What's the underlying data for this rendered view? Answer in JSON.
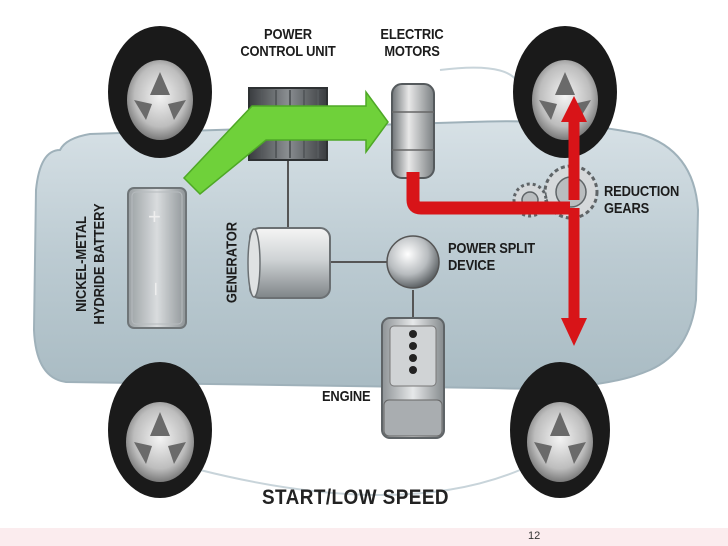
{
  "labels": {
    "power_control_unit": [
      "POWER",
      "CONTROL UNIT"
    ],
    "electric_motors": [
      "ELECTRIC",
      "MOTORS"
    ],
    "reduction_gears": [
      "REDUCTION",
      "GEARS"
    ],
    "power_split_device": [
      "POWER SPLIT",
      "DEVICE"
    ],
    "engine": "ENGINE",
    "generator": "GENERATOR",
    "battery": [
      "NICKEL-METAL",
      "HYDRIDE BATTERY"
    ],
    "battery_plus": "+",
    "battery_minus": "–"
  },
  "caption": "START/LOW SPEED",
  "page_number": "12",
  "colors": {
    "car_body": "#b9c8cf",
    "electric_flow": "#6fd13a",
    "mechanical_flow": "#d81418",
    "footer": "#fbecee"
  }
}
